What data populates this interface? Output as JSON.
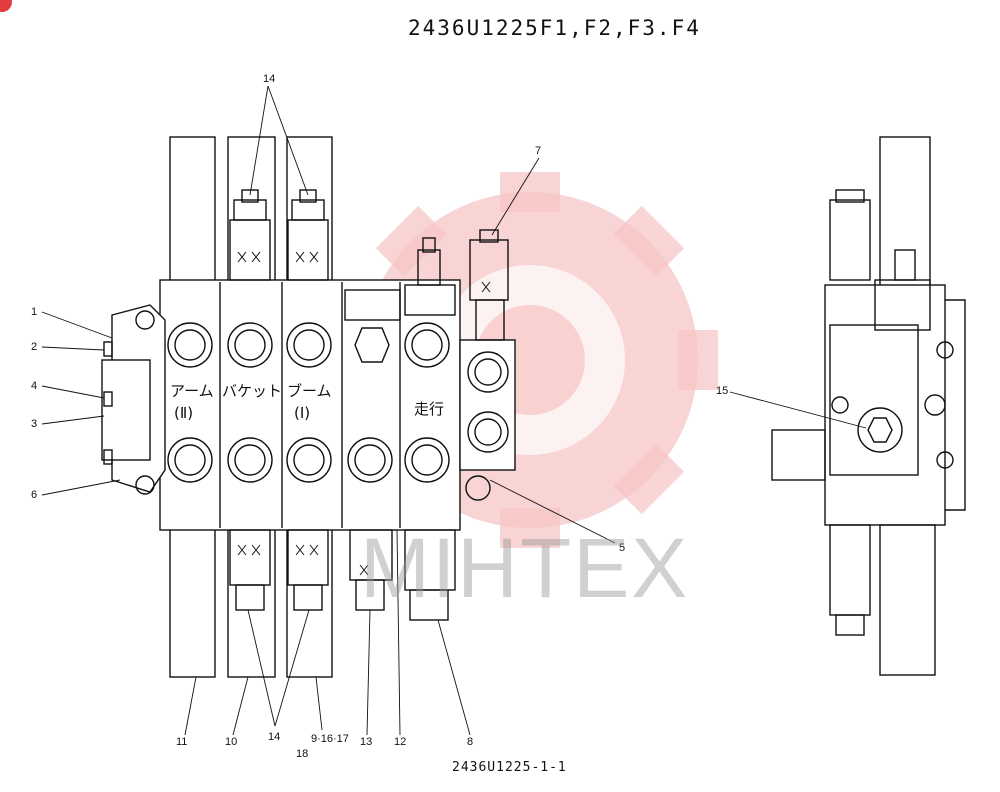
{
  "title": "2436U1225F1,F2,F3.F4",
  "drawing_number": "2436U1225-1-1",
  "watermark": "MIHTEX",
  "colors": {
    "watermark_gear": "#f7c6c6",
    "watermark_text": "#9a9a9a",
    "brand": "#e23c3c",
    "ink": "#111111"
  },
  "callouts": {
    "c1": "1",
    "c2": "2",
    "c3": "3",
    "c4": "4",
    "c5": "5",
    "c6": "6",
    "c7": "7",
    "c8": "8",
    "c10": "10",
    "c11": "11",
    "c12": "12",
    "c13": "13",
    "c14_top": "14",
    "c14_bottom": "14",
    "c15": "15",
    "c9_16_17": "9·16·17",
    "c18": "18"
  },
  "section_labels": {
    "arm": "アーム",
    "bucket": "バケット",
    "boom": "ブーム",
    "arm_num": "(Ⅱ)",
    "boom_num": "(Ⅰ)",
    "travel": "走行"
  }
}
